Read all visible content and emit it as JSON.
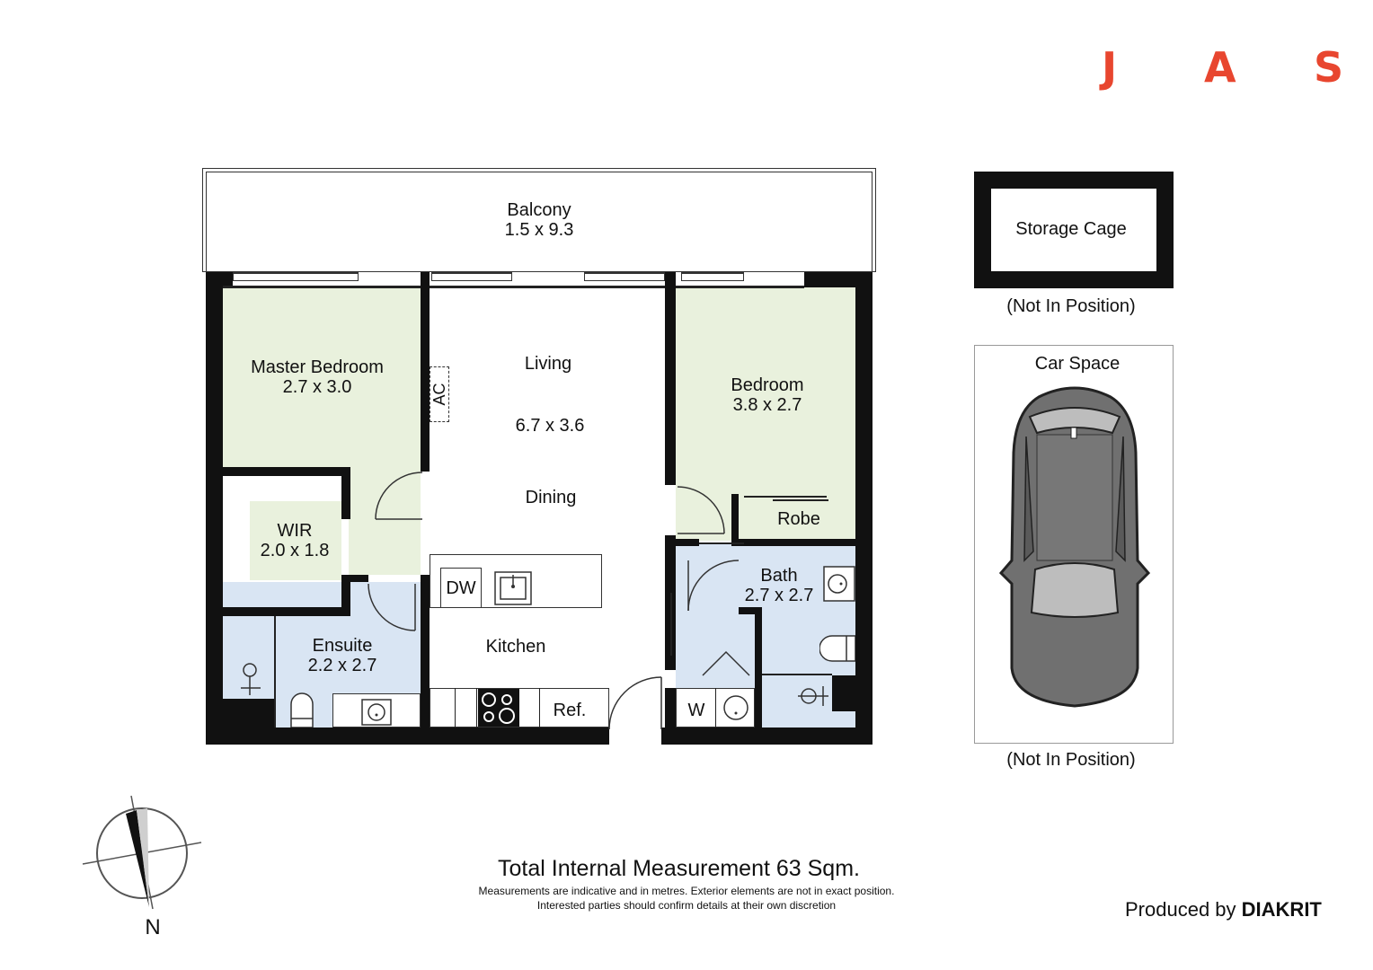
{
  "brand": {
    "logo_letters": [
      "J",
      "A",
      "S"
    ],
    "color": "#e8462f"
  },
  "plan": {
    "balcony": {
      "name": "Balcony",
      "size": "1.5 x 9.3"
    },
    "master_bedroom": {
      "name": "Master Bedroom",
      "size": "2.7 x 3.0"
    },
    "ac": "AC",
    "living": {
      "name": "Living",
      "size": "6.7 x 3.6"
    },
    "dining": "Dining",
    "bedroom": {
      "name": "Bedroom",
      "size": "3.8 x 2.7"
    },
    "robe": "Robe",
    "wir": {
      "name": "WIR",
      "size": "2.0 x 1.8"
    },
    "ensuite": {
      "name": "Ensuite",
      "size": "2.2 x 2.7"
    },
    "kitchen": "Kitchen",
    "dw": "DW",
    "ref": "Ref.",
    "bath": {
      "name": "Bath",
      "size": "2.7 x 2.7"
    },
    "w": "W"
  },
  "storage": {
    "name": "Storage Cage",
    "note": "(Not In Position)"
  },
  "car": {
    "name": "Car Space",
    "note": "(Not In Position)"
  },
  "compass": {
    "label": "N"
  },
  "footer": {
    "total": "Total Internal Measurement 63 Sqm.",
    "disclaimer_1": "Measurements are indicative and in metres. Exterior elements are not in exact position.",
    "disclaimer_2": "Interested parties should confirm details at their own discretion",
    "produced_by": "Produced by",
    "producer": "DIAKRIT"
  },
  "colors": {
    "bedroom_fill": "#e9f1dd",
    "wet_area_fill": "#d9e5f3",
    "wall": "#111111"
  }
}
